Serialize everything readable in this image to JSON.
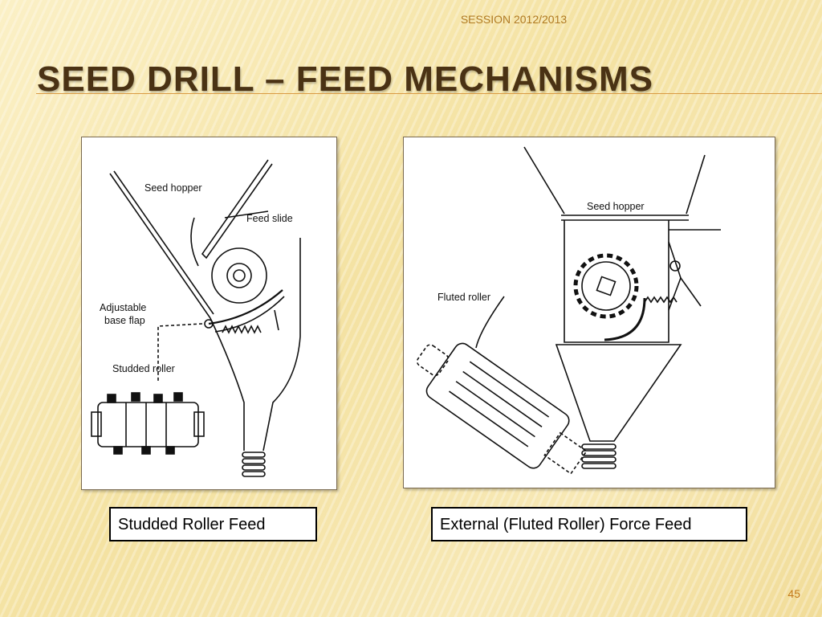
{
  "session": "SESSION 2012/2013",
  "title": "SEED DRILL – FEED MECHANISMS",
  "slide_number": "45",
  "left_diagram": {
    "labels": {
      "seed_hopper": "Seed hopper",
      "feed_slide": "Feed slide",
      "adjustable_1": "Adjustable",
      "adjustable_2": "base flap",
      "studded_roller": "Studded roller"
    },
    "caption": "Studded Roller Feed"
  },
  "right_diagram": {
    "labels": {
      "seed_hopper": "Seed hopper",
      "fluted_roller": "Fluted roller"
    },
    "caption": "External (Fluted Roller) Force Feed"
  }
}
